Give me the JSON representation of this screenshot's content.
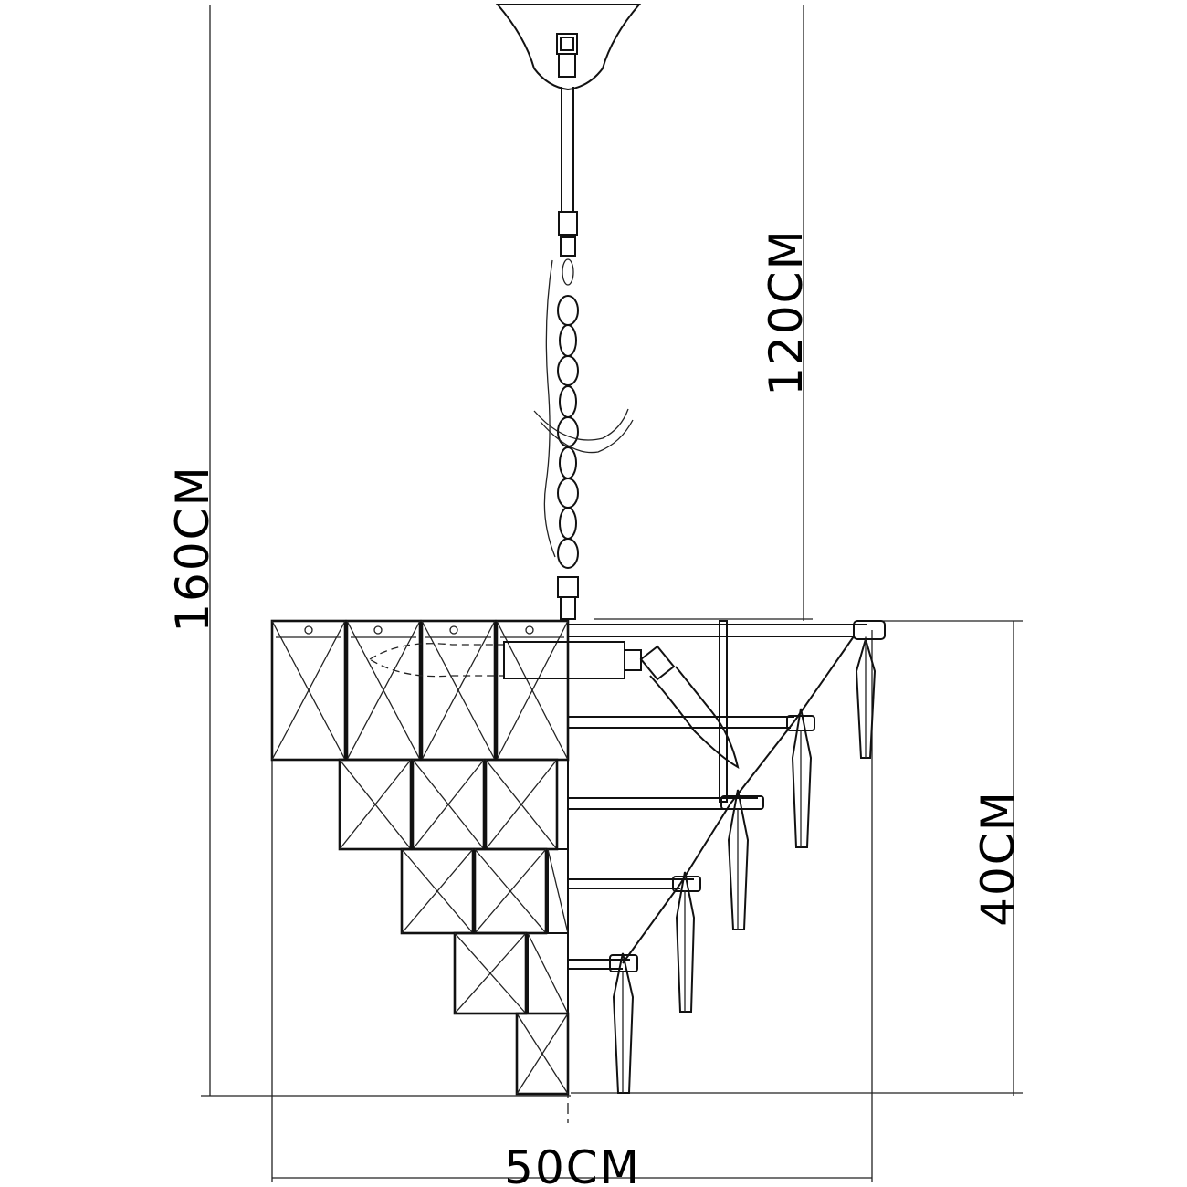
{
  "dimensions": {
    "total_height": "160CM",
    "drop_length": "120CM",
    "body_height": "40CM",
    "diameter": "50CM"
  },
  "colors": {
    "line": "#111111",
    "background": "#ffffff"
  }
}
